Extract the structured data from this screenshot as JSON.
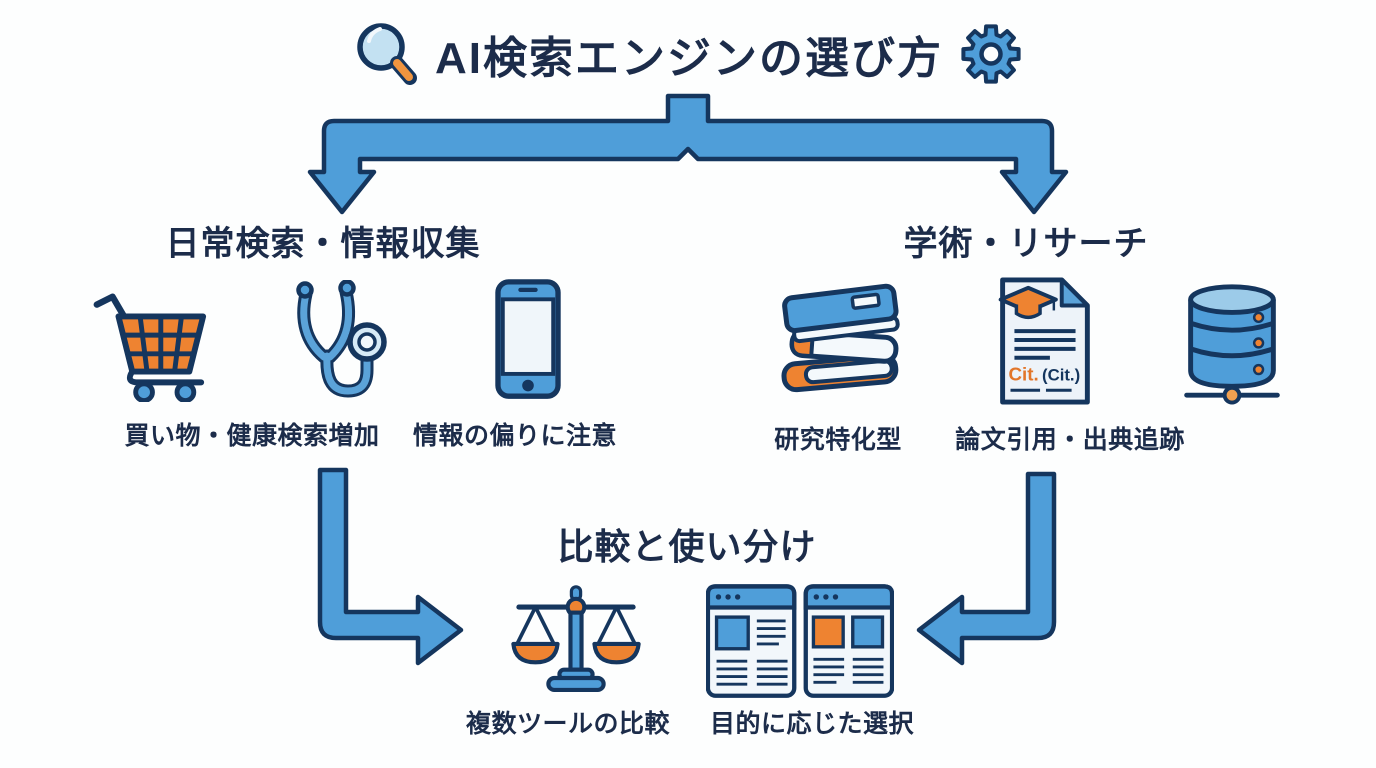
{
  "title": {
    "text": "AI検索エンジンの選び方",
    "left_icon": "magnifier-icon",
    "right_icon": "gear-icon"
  },
  "sections": {
    "daily": {
      "heading": "日常検索・情報収集",
      "icons": [
        "shopping-cart-icon",
        "stethoscope-icon",
        "smartphone-icon"
      ],
      "labels": [
        {
          "id": "shopping-health",
          "text": "買い物・健康検索増加"
        },
        {
          "id": "info-bias",
          "text": "情報の偏りに注意"
        }
      ]
    },
    "academic": {
      "heading": "学術・リサーチ",
      "icons": [
        "books-icon",
        "citation-document-icon",
        "database-icon"
      ],
      "labels": [
        {
          "id": "research-specialized",
          "text": "研究特化型"
        },
        {
          "id": "citation-tracking",
          "text": "論文引用・出典追跡"
        }
      ]
    },
    "comparison": {
      "heading": "比較と使い分け",
      "icons": [
        "balance-scale-icon",
        "browser-windows-icon"
      ],
      "labels": [
        {
          "id": "multi-tool",
          "text": "複数ツールの比較"
        },
        {
          "id": "purpose-selection",
          "text": "目的に応じた選択"
        }
      ]
    }
  },
  "document_icon": {
    "cit_label": "Cit.",
    "cit_reference": "(Cit.)"
  },
  "colors": {
    "text": "#1c2c4a",
    "outline": "#15365e",
    "arrow_blue": "#4f9ed9",
    "light_blue": "#c3e1f2",
    "orange": "#ee8331",
    "background": "#fdfefe"
  }
}
